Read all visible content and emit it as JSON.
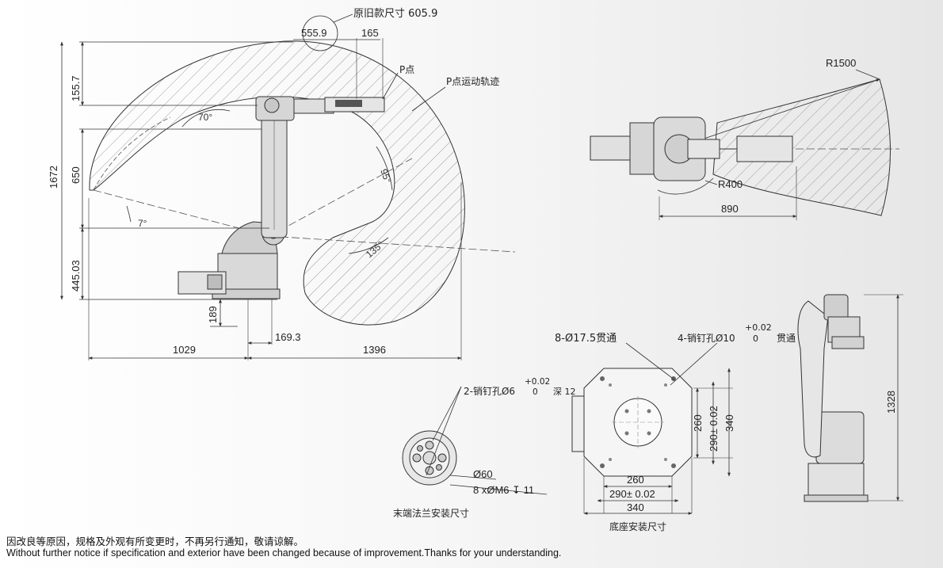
{
  "colors": {
    "line": "#333333",
    "hatch": "#9a9a9a",
    "robot_fill": "#d9d9d9",
    "background": "#ffffff"
  },
  "side_view": {
    "top_note": "原旧款尺寸 605.9",
    "dim_555_9": "555.9",
    "dim_165": "165",
    "p_point": "P点",
    "p_path": "P点运动轨迹",
    "dim_1672": "1672",
    "dim_155_7": "155.7",
    "dim_650": "650",
    "dim_445_03": "445.03",
    "dim_189": "189",
    "dim_169_3": "169.3",
    "dim_1029": "1029",
    "dim_1396": "1396",
    "angle_70": "70°",
    "angle_95": "95°",
    "angle_7": "7°",
    "angle_135": "135°"
  },
  "top_view": {
    "r1500": "R1500",
    "r400": "R400",
    "dim_890": "890"
  },
  "flange": {
    "pin_hole": "2-销钉孔Ø6",
    "pin_tol": "+0.02",
    "pin_tol_zero": "0",
    "pin_depth": "深 12",
    "dia_60": "Ø60",
    "m6": "8 xØM6 ↧ 11",
    "caption": "末端法兰安装尺寸"
  },
  "base": {
    "through_holes": "8-Ø17.5贯通",
    "pin_holes": "4-销钉孔Ø10",
    "pin_tol": "+0.02",
    "pin_tol_zero": "0",
    "pin_through": "贯通",
    "dim_260_h": "260",
    "dim_290_h": "290± 0.02",
    "dim_340_h": "340",
    "dim_260_v": "260",
    "dim_290_v": "290± 0.02",
    "dim_340_v": "340",
    "caption": "底座安装尺寸"
  },
  "front_view": {
    "dim_1328": "1328"
  },
  "footer": {
    "cn": "因改良等原因，规格及外观有所变更时，不再另行通知，敬请谅解。",
    "en": "Without further notice if specification and exterior have been changed because of improvement.Thanks for your understanding."
  }
}
